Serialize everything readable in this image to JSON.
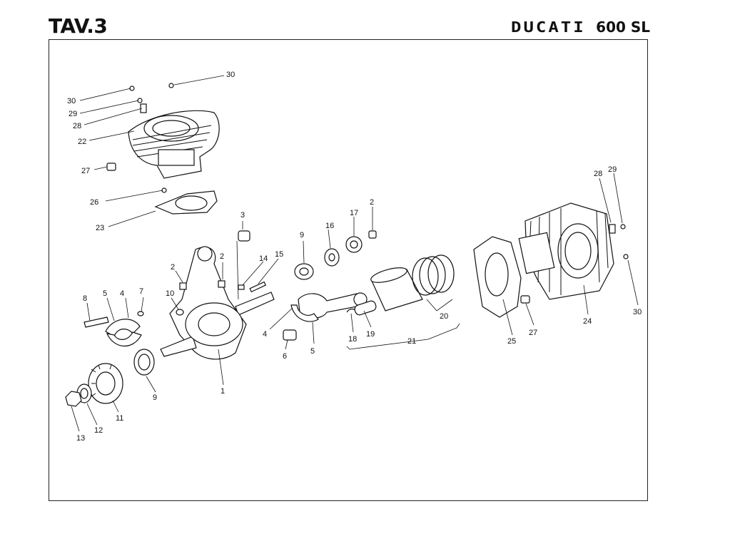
{
  "header": {
    "plate": "TAV.3",
    "brand": "DUCATI",
    "model": "600 SL"
  },
  "callouts": [
    "30",
    "30",
    "29",
    "28",
    "22",
    "27",
    "26",
    "23",
    "3",
    "2",
    "9",
    "16",
    "17",
    "2",
    "14",
    "15",
    "2",
    "8",
    "5",
    "4",
    "7",
    "10",
    "4",
    "6",
    "5",
    "18",
    "19",
    "21",
    "20",
    "25",
    "27",
    "24",
    "30",
    "28",
    "29",
    "9",
    "1",
    "11",
    "12",
    "13"
  ]
}
